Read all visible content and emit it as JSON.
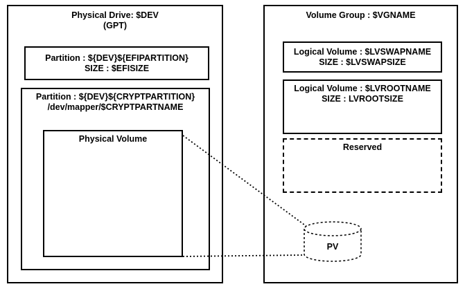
{
  "colors": {
    "border": "#000000",
    "background": "#ffffff",
    "text": "#000000"
  },
  "physical_drive": {
    "title": "Physical Drive: $DEV",
    "subtitle": "(GPT)",
    "efi_partition": {
      "line1": "Partition : ${DEV}${EFIPARTITION}",
      "line2": "SIZE : $EFISIZE"
    },
    "crypt_partition": {
      "line1": "Partition : ${DEV}${CRYPTPARTITION}",
      "line2": "/dev/mapper/$CRYPTPARTNAME",
      "physical_volume": {
        "label": "Physical Volume"
      }
    }
  },
  "volume_group": {
    "title": "Volume Group : $VGNAME",
    "lv_swap": {
      "line1": "Logical Volume : $LVSWAPNAME",
      "line2": "SIZE : $LVSWAPSIZE"
    },
    "lv_root": {
      "line1": "Logical Volume : $LVROOTNAME",
      "line2": "SIZE : LVROOTSIZE"
    },
    "reserved": {
      "label": "Reserved"
    },
    "pv": {
      "label": "PV"
    }
  }
}
